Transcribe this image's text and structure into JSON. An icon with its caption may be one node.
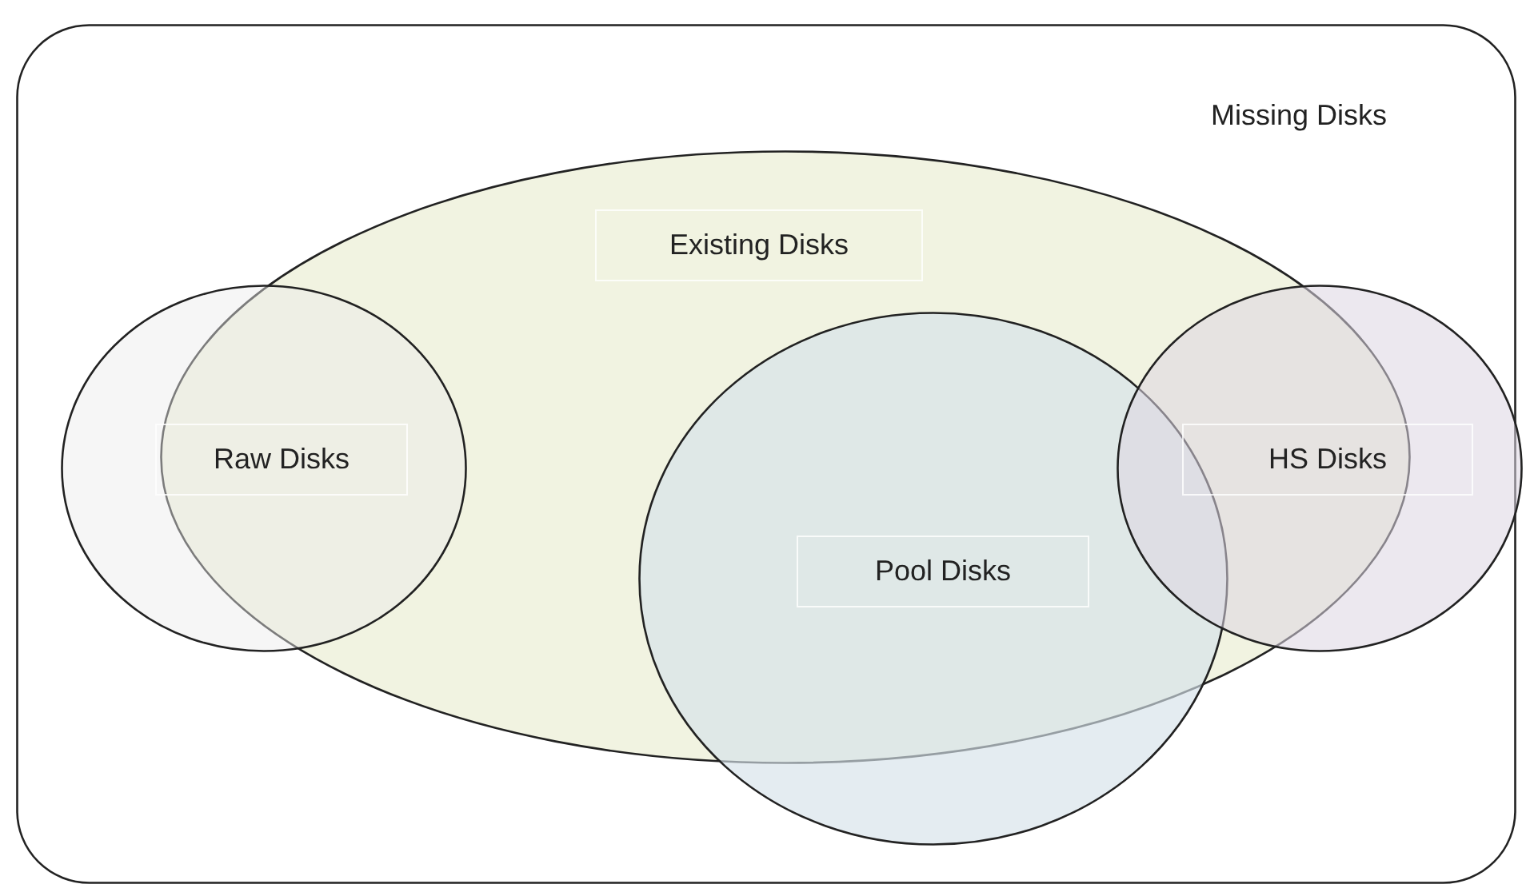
{
  "diagram": {
    "nodes": [
      {
        "text": [
          "Missing Disks"
        ]
      },
      {
        "text": [
          "Existing Disks"
        ],
        "in": 0
      },
      {
        "text": [
          "Raw Disks"
        ],
        "in": 0
      },
      {
        "text": [
          "Pool Disks"
        ],
        "in": 0
      },
      {
        "text": [
          "HS Disks"
        ],
        "in": 0
      }
    ]
  }
}
